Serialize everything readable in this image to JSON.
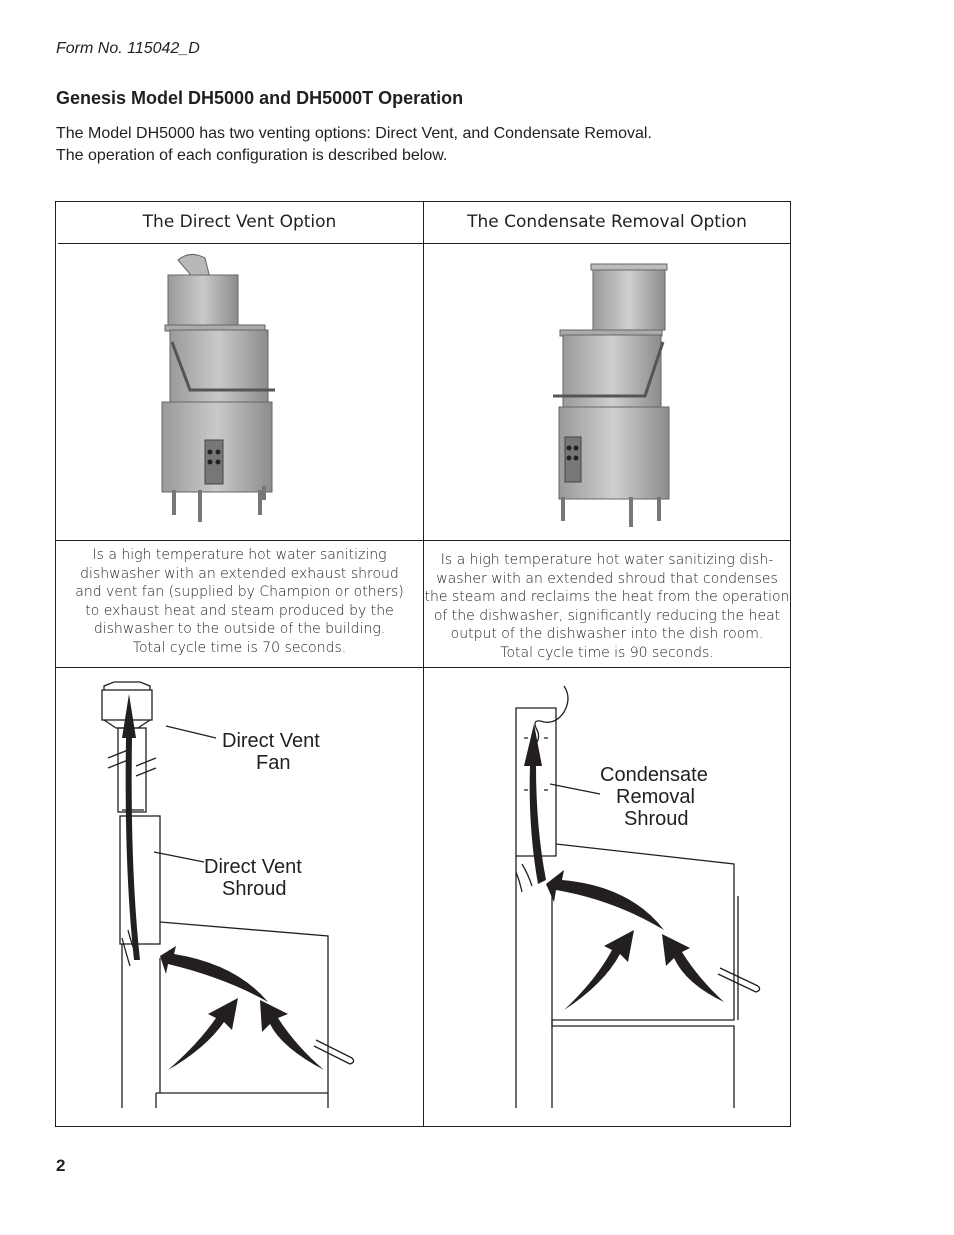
{
  "header": {
    "form_number": "Form No. 115042_D",
    "title": "Genesis Model DH5000 and DH5000T Operation",
    "intro_line1": "The Model DH5000 has two venting options:  Direct Vent, and Condensate Removal.",
    "intro_line2": "The operation of each configuration is described below."
  },
  "table": {
    "direct_vent": {
      "heading": "The Direct Vent Option",
      "description_lines": [
        "Is a high temperature hot water sanitizing",
        "dishwasher with an extended exhaust shroud",
        "and vent fan (supplied by Champion or others)",
        "to exhaust heat and steam produced by the",
        "dishwasher to the outside of the building.",
        "Total cycle time is 70 seconds."
      ],
      "diagram_label_fan_1": "Direct Vent",
      "diagram_label_fan_2": "Fan",
      "diagram_label_shroud_1": "Direct Vent",
      "diagram_label_shroud_2": "Shroud"
    },
    "condensate": {
      "heading": "The Condensate Removal Option",
      "description_lines": [
        "Is a high temperature hot water sanitizing dish-",
        "washer with an extended shroud that condenses",
        "the steam and reclaims the heat from the operation",
        "of the dishwasher, significantly reducing the heat",
        "output of the dishwasher into the dish room.",
        "Total cycle time is 90 seconds."
      ],
      "diagram_label_1": "Condensate",
      "diagram_label_2": "Removal",
      "diagram_label_3": "Shroud"
    }
  },
  "footer": {
    "page_number": "2"
  }
}
